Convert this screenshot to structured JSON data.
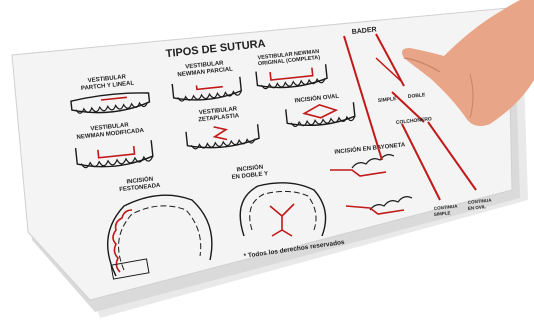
{
  "board": {
    "title": "TIPOS DE SUTURA",
    "brand": "BADER"
  },
  "panels": [
    {
      "id": "vestibular-partch",
      "lines": [
        "VESTIBULAR",
        "PARTCH Y LINEAL"
      ]
    },
    {
      "id": "vestibular-newman-parcial",
      "lines": [
        "VESTIBULAR",
        "NEWMAN PARCIAL"
      ]
    },
    {
      "id": "vestibular-newman-completa",
      "lines": [
        "VESTIBULAR NEWMAN",
        "ORIGINAL (COMPLETA)"
      ]
    },
    {
      "id": "vestibular-newman-modificada",
      "lines": [
        "VESTIBULAR",
        "NEWMAN MODIFICADA"
      ]
    },
    {
      "id": "vestibular-zetaplastia",
      "lines": [
        "VESTIBULAR",
        "ZETAPLASTIA"
      ]
    },
    {
      "id": "incision-oval",
      "lines": [
        "INCISIÓN OVAL"
      ]
    },
    {
      "id": "incision-festoneada",
      "lines": [
        "INCISIÓN",
        "FESTONEADA"
      ]
    },
    {
      "id": "incision-doble-y",
      "lines": [
        "INCISIÓN",
        "EN DOBLE Y"
      ]
    },
    {
      "id": "incision-bayoneta",
      "lines": [
        "INCISIÓN EN BAYONETA"
      ]
    }
  ],
  "sutures": {
    "simple": "SIMPLE",
    "doble": "DOBLE",
    "colchonero": "COLCHONERO",
    "continua_simple": [
      "CONTINUA",
      "SIMPLE"
    ],
    "continua_en_ovil": [
      "CONTINUA",
      "EN OVIL"
    ]
  },
  "footer": "* Todos los derechos reservados",
  "colors": {
    "board": "#f3f3f3",
    "board_edge": "#d9d9d9",
    "ink": "#1a1a1a",
    "suture_red": "#c21818",
    "skin": "#e9a587"
  }
}
